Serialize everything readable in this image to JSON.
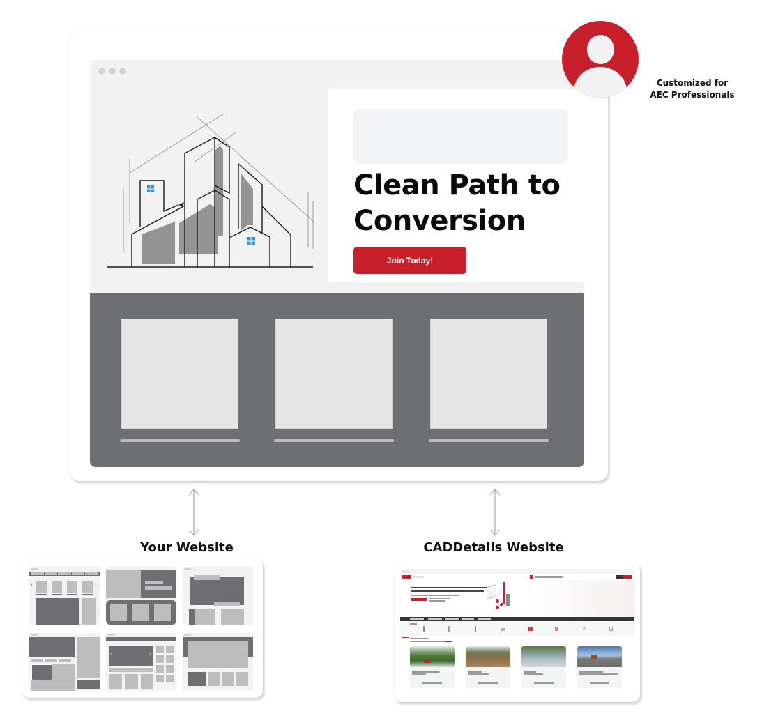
{
  "main_mockup": {
    "hero": {
      "title_line1": "Clean Path to",
      "title_line2": "Conversion",
      "cta_label": "Join Today!"
    },
    "cards_count": 3
  },
  "persona": {
    "icon": "user-avatar-icon",
    "label_line1": "Customized for",
    "label_line2": "AEC Professionals"
  },
  "sections": {
    "your_website": {
      "title": "Your Website"
    },
    "caddetails_website": {
      "title": "CADDetails Website"
    }
  },
  "colors": {
    "brand_red": "#c8202a",
    "dark_gray": "#6e6f73",
    "light_gray": "#f2f2f2",
    "window_blue": "#3d8fd6"
  }
}
